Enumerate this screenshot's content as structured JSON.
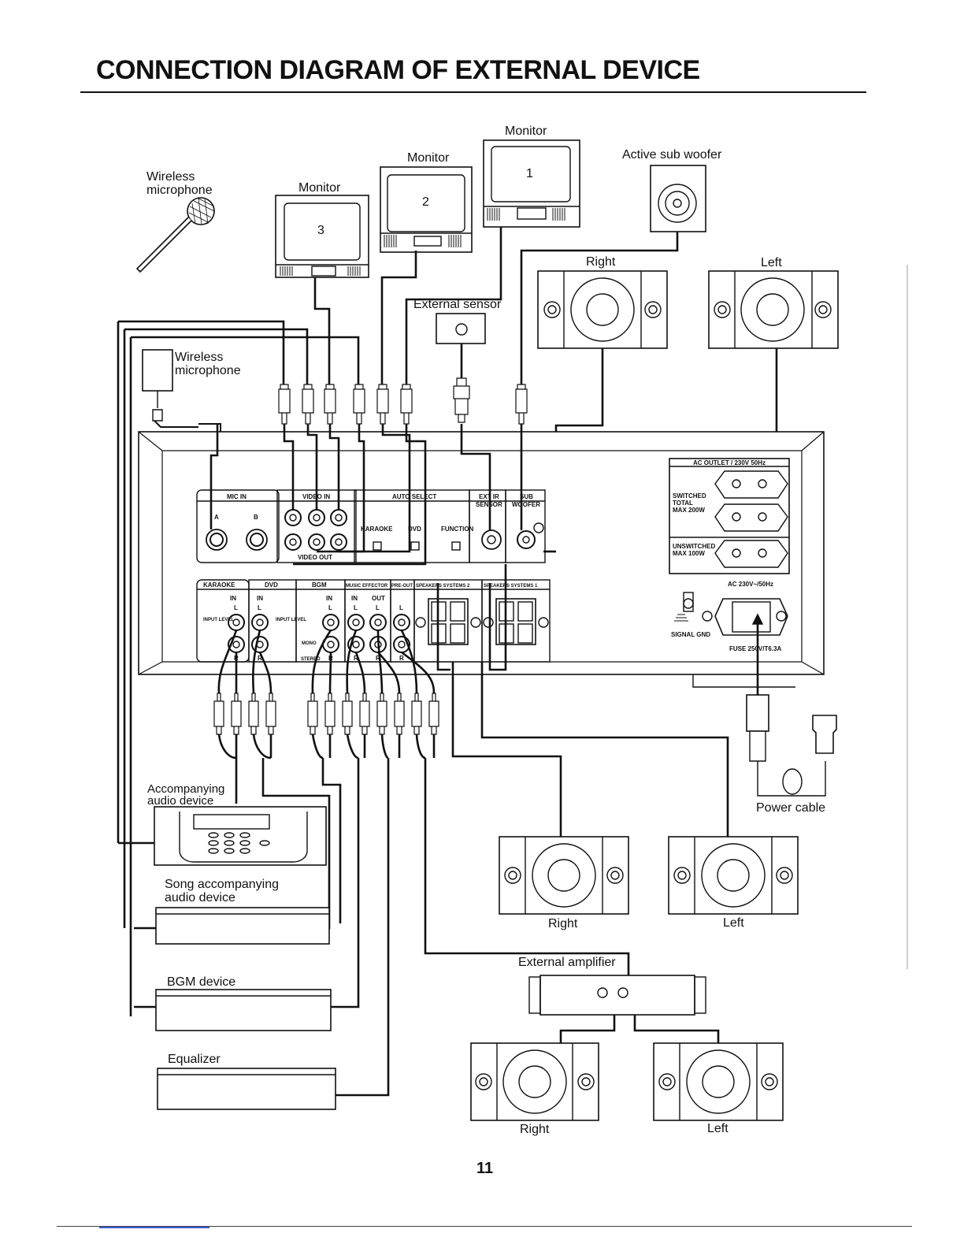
{
  "title": "CONNECTION DIAGRAM OF EXTERNAL DEVICE",
  "page_number": "11",
  "labels": {
    "wireless_mic_top_1": "Wireless",
    "wireless_mic_top_2": "microphone",
    "monitor1": "Monitor",
    "monitor2": "Monitor",
    "monitor3": "Monitor",
    "monitor1_num": "1",
    "monitor2_num": "2",
    "monitor3_num": "3",
    "active_sub": "Active sub woofer",
    "right_top": "Right",
    "left_top": "Left",
    "external_sensor": "External sensor",
    "wireless_mic_rx_1": "Wireless",
    "wireless_mic_rx_2": "microphone",
    "accompanying_1": "Accompanying",
    "accompanying_2": "audio device",
    "song_acc_1": "Song accompanying",
    "song_acc_2": "audio device",
    "bgm_device": "BGM device",
    "equalizer": "Equalizer",
    "power_cable": "Power cable",
    "right_mid": "Right",
    "left_mid": "Left",
    "external_amp": "External amplifier",
    "right_bot": "Right",
    "left_bot": "Left"
  },
  "panel": {
    "mic_in": "MIC IN",
    "mic_a": "A",
    "mic_b": "B",
    "video_in": "VIDEO IN",
    "video_out": "VIDEO OUT",
    "auto_select": "AUTO SELECT",
    "karaoke": "KARAOKE",
    "dvd": "DVD",
    "function": "FUNCTION",
    "ext_ir": "EXT IR",
    "sensor": "SENSOR",
    "sub": "SUB",
    "woofer": "WOOFER",
    "ac_outlet": "AC OUTLET / 230V 50Hz",
    "switched": "SWITCHED",
    "total": "TOTAL",
    "max200": "MAX 200W",
    "unswitched": "UNSWITCHED",
    "max100": "MAX 100W",
    "ac_in": "AC 230V~/50Hz",
    "signal_gnd": "SIGNAL GND",
    "fuse": "FUSE 250V/T6.3A",
    "karaoke_b": "KARAOKE",
    "dvd_b": "DVD",
    "bgm": "BGM",
    "music_effector": "MUSIC EFFECTOR",
    "pre_out": "PRE-OUT",
    "speakers2": "SPEAKERS SYSTEMS 2",
    "speakers1": "SPEAKERS SYSTEMS 1",
    "in": "IN",
    "out": "OUT",
    "l": "L",
    "r": "R",
    "input_level": "INPUT LEVEL",
    "mono": "MONO",
    "stereo": "STEREO"
  }
}
